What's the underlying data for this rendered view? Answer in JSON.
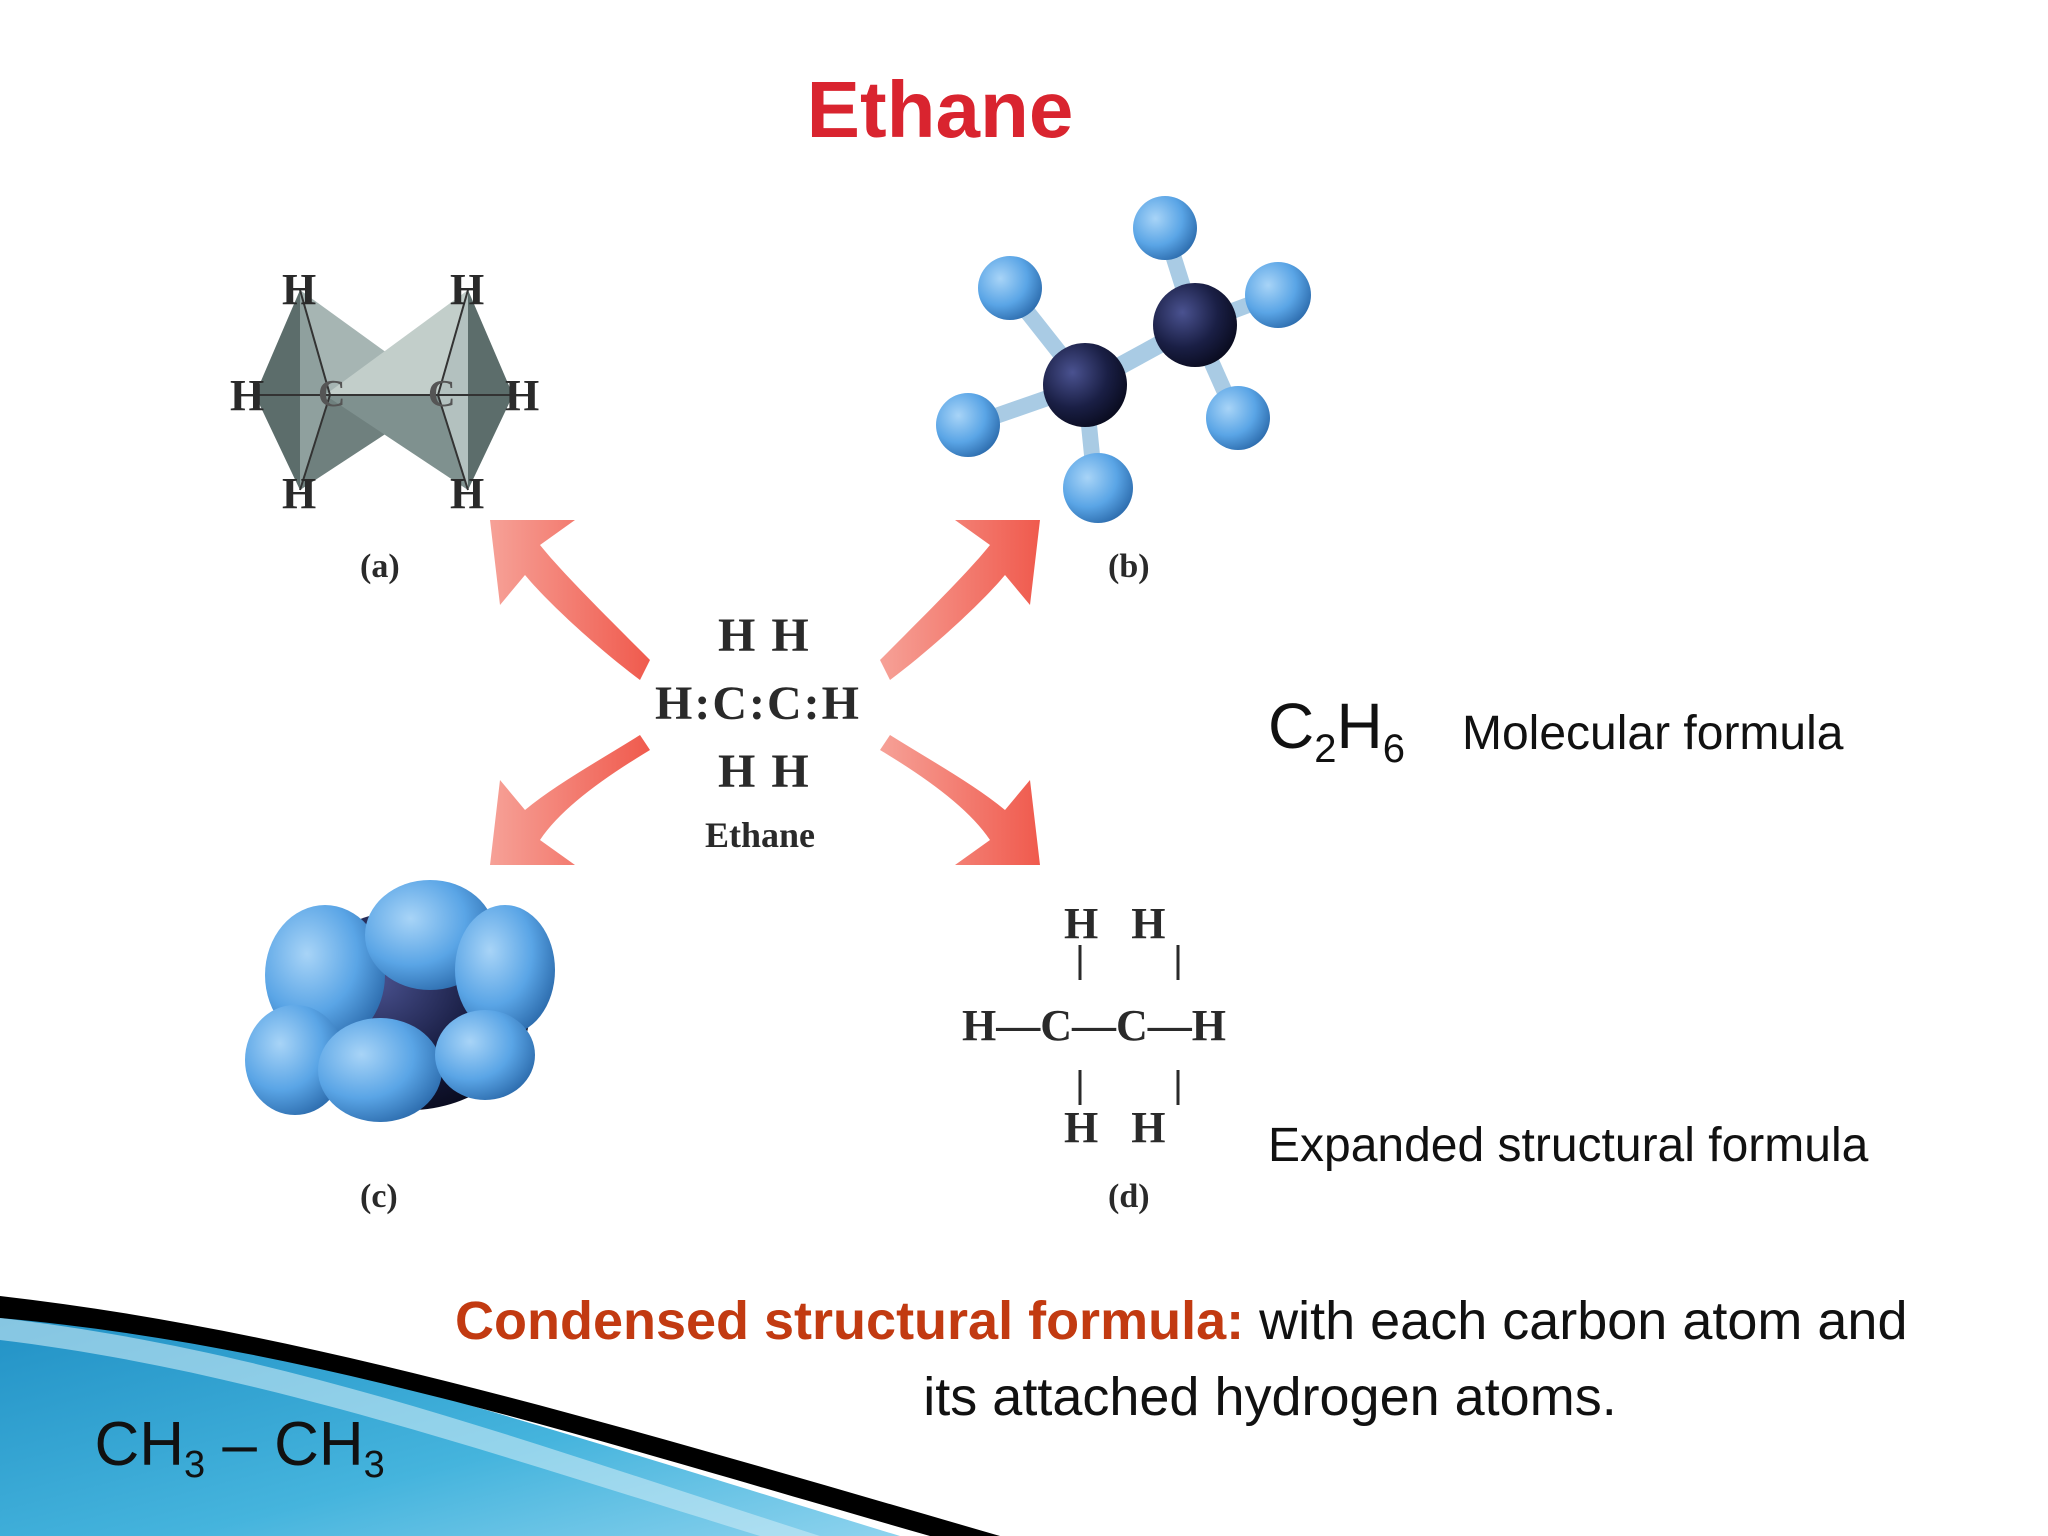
{
  "title": "Ethane",
  "figure": {
    "label_a": "(a)",
    "label_b": "(b)",
    "label_c": "(c)",
    "label_d": "(d)",
    "atom_h": "H",
    "atom_c": "C",
    "lewis": {
      "top": "H H",
      "middle": "H:C:C:H",
      "bottom": "H H",
      "caption": "Ethane"
    },
    "expanded": {
      "top": "H   H",
      "middle": "H—C—C—H",
      "bottom": "H   H"
    },
    "colors": {
      "arrow": "#f26b5e",
      "hydrogen_ball": "#5aa5e6",
      "carbon_ball": "#1a1f45",
      "tetrahedron": "#7f918f"
    }
  },
  "molecular": {
    "c": "C",
    "c_sub": "2",
    "h": "H",
    "h_sub": "6",
    "label": "Molecular formula"
  },
  "expanded_label": "Expanded structural formula",
  "condensed": {
    "label": "Condensed structural formula:",
    "text_line1": " with each carbon atom and",
    "text_line2": "its attached hydrogen atoms.",
    "formula": {
      "ch3": "CH",
      "ch3_sub": "3",
      "dash": " – ",
      "ch2": "CH",
      "ch2_sub": "3"
    }
  },
  "theme": {
    "title_color": "#d9242f",
    "condensed_label_color": "#c23a11",
    "swoosh_blue": "#2f9fcf"
  }
}
